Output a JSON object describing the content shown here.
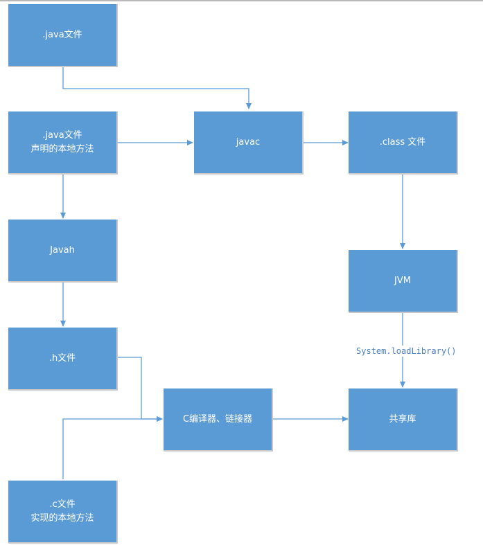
{
  "colors": {
    "node_fill": "#5b9bd5",
    "connector": "#5b9bd5",
    "node_text": "#ffffff"
  },
  "nodes": {
    "java_file": {
      "line1": ".java文件"
    },
    "java_native": {
      "line1": ".java文件",
      "line2": "声明的本地方法"
    },
    "javac": {
      "line1": "javac"
    },
    "class_file": {
      "line1": ".class 文件"
    },
    "javah": {
      "line1": "Javah"
    },
    "jvm": {
      "line1": "JVM"
    },
    "h_file": {
      "line1": ".h文件"
    },
    "c_compiler": {
      "line1": "C编译器、链接器"
    },
    "shared_lib": {
      "line1": "共享库"
    },
    "c_file": {
      "line1": ".c文件",
      "line2": "实现的本地方法"
    }
  },
  "edges": {
    "jvm_to_lib_label": "System.loadLibrary()"
  }
}
